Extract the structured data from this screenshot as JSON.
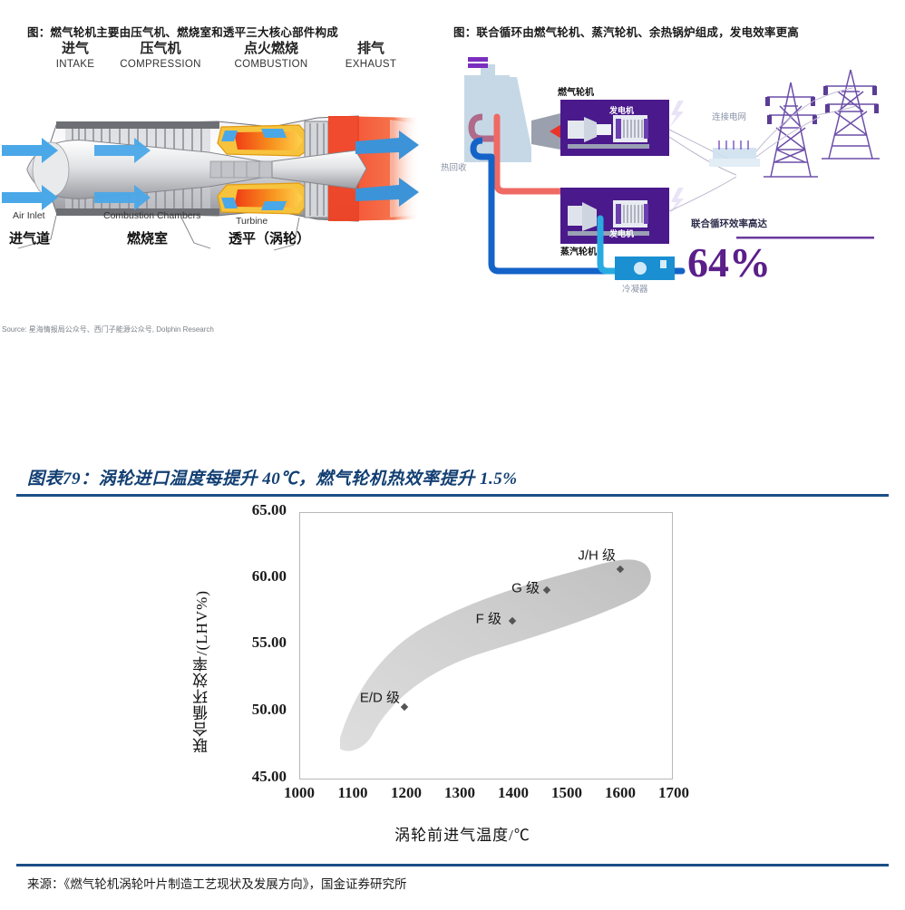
{
  "figures": {
    "left_title": "图：燃气轮机主要由压气机、燃烧室和透平三大核心部件构成",
    "right_title": "图：联合循环由燃气轮机、蒸汽轮机、余热锅炉组成，发电效率更高",
    "source_top": "Source: 星海情报局公众号、西门子能源公众号, Dolphin Research"
  },
  "engine_diagram": {
    "stages": [
      {
        "cn": "进气",
        "en": "INTAKE"
      },
      {
        "cn": "压气机",
        "en": "COMPRESSION"
      },
      {
        "cn": "点火燃烧",
        "en": "COMBUSTION"
      },
      {
        "cn": "排气",
        "en": "EXHAUST"
      }
    ],
    "callouts_en": [
      "Air Inlet",
      "Combustion Chambers",
      "Turbine"
    ],
    "callouts_cn": [
      "进气道",
      "燃烧室",
      "透平（涡轮）"
    ]
  },
  "combined_cycle": {
    "heat_recovery": "热回收",
    "gas_turbine": "燃气轮机",
    "steam_turbine": "蒸汽轮机",
    "generator_1": "发电机",
    "generator_2": "发电机",
    "grid": "连接电网",
    "condenser": "冷凝器",
    "efficiency_caption": "联合循环效率高达",
    "efficiency_value": "64%",
    "colors": {
      "panel_purple": "#4a1a8c",
      "hot_red": "#e8514a",
      "cold_blue": "#1463c8",
      "light_blue": "#29abe2",
      "tower_purple": "#6c4fa8",
      "accent_purple": "#5b1f8a"
    }
  },
  "chart_block": {
    "title": "图表79：涡轮进口温度每提升 40℃，燃气轮机热效率提升 1.5%",
    "source": "来源：《燃气轮机涡轮叶片制造工艺现状及发展方向》，国金证券研究所"
  },
  "chart_data": {
    "type": "scatter",
    "title": "图表79：涡轮进口温度每提升 40℃，燃气轮机热效率提升 1.5%",
    "xlabel": "涡轮前进气温度/℃",
    "ylabel": "联合循环效率/(LHV%)",
    "xlim": [
      1000,
      1700
    ],
    "ylim": [
      45.0,
      65.0
    ],
    "xticks": [
      "1000",
      "1100",
      "1200",
      "1300",
      "1400",
      "1500",
      "1600",
      "1700"
    ],
    "yticks": [
      "45.00",
      "50.00",
      "55.00",
      "60.00",
      "65.00"
    ],
    "grid": false,
    "legend": "none",
    "points": [
      {
        "label": "E/D 级",
        "x": 1195,
        "y": 50.5
      },
      {
        "label": "F 级",
        "x": 1398,
        "y": 56.9
      },
      {
        "label": "G 级",
        "x": 1462,
        "y": 59.2
      },
      {
        "label": "J/H 级",
        "x": 1600,
        "y": 60.8
      }
    ],
    "band": {
      "description": "灰色趋势带，沿散点自左下向右上延伸并在高温端变宽",
      "from": [
        1130,
        48.3
      ],
      "to": [
        1660,
        62.2
      ]
    }
  }
}
